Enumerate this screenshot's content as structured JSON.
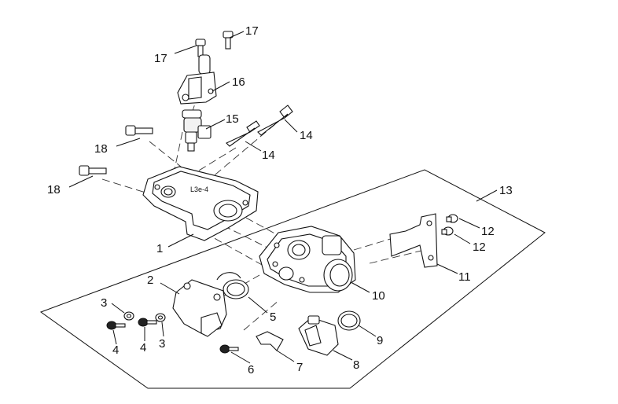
{
  "diagram": {
    "callouts": {
      "c1": "1",
      "c2": "2",
      "c3a": "3",
      "c3b": "3",
      "c4a": "4",
      "c4b": "4",
      "c5": "5",
      "c6": "6",
      "c7": "7",
      "c8": "8",
      "c9": "9",
      "c10": "10",
      "c11": "11",
      "c12a": "12",
      "c12b": "12",
      "c13": "13",
      "c14a": "14",
      "c14b": "14",
      "c15": "15",
      "c16": "16",
      "c17a": "17",
      "c17b": "17",
      "c18a": "18",
      "c18b": "18"
    },
    "manifold_marking": "L3e-4",
    "colors": {
      "line": "#111111",
      "background": "#ffffff"
    }
  }
}
